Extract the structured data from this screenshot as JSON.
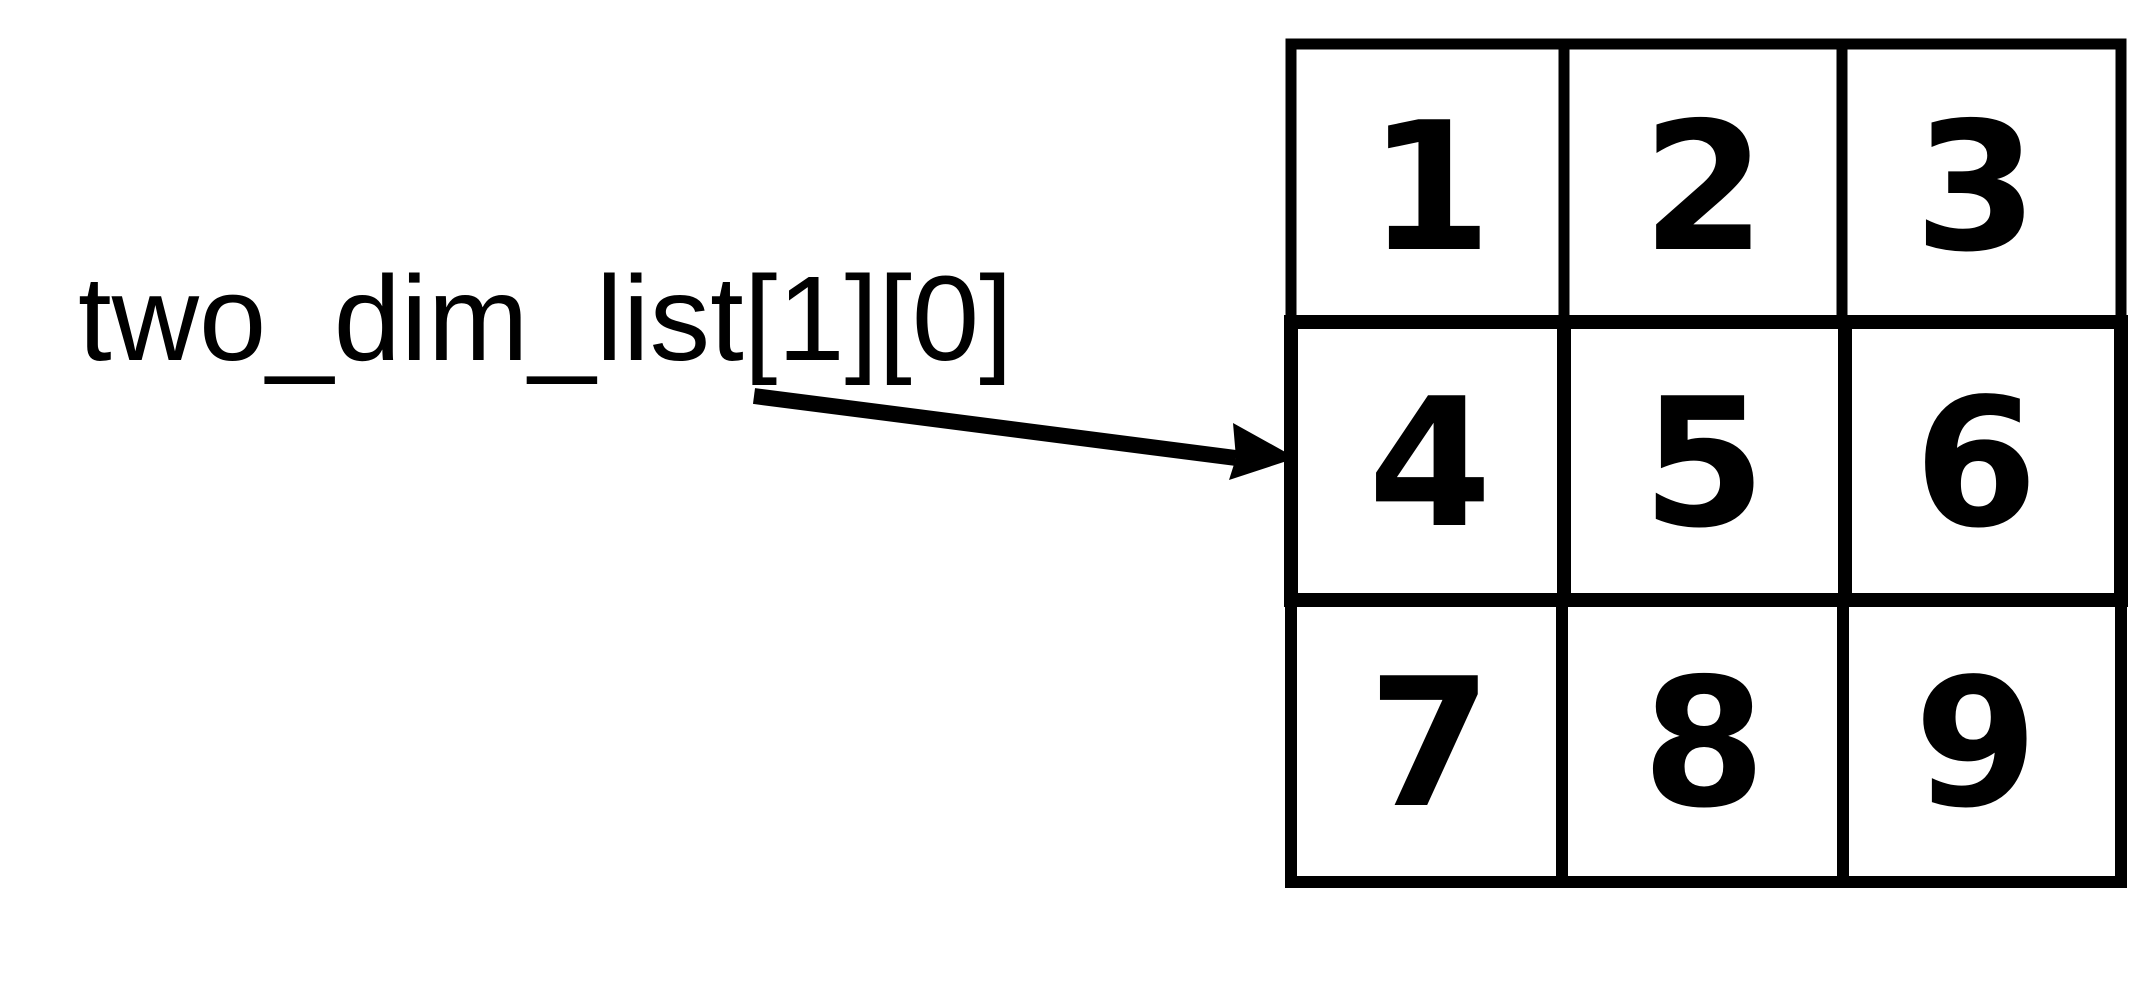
{
  "expression": "two_dim_list[1][0]",
  "grid": [
    [
      "1",
      "2",
      "3"
    ],
    [
      "4",
      "5",
      "6"
    ],
    [
      "7",
      "8",
      "9"
    ]
  ],
  "highlighted_cell": {
    "row": 1,
    "col": 0
  },
  "colors": {
    "ink": "#000000",
    "background": "#ffffff"
  }
}
